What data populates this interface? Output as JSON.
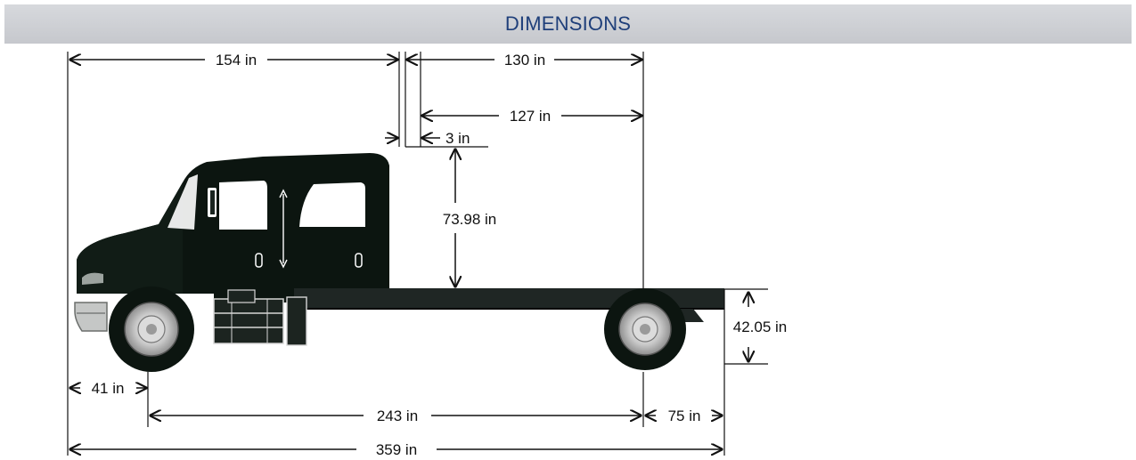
{
  "header": {
    "title": "DIMENSIONS"
  },
  "colors": {
    "header_bg": "#cfd1d6",
    "title": "#1f3f7a",
    "truck": "#0c1510",
    "chassis": "#1f2624"
  },
  "dimensions": {
    "cab_to_axle_front": "154 in",
    "top_overall": "130 in",
    "cab_to_axle": "127 in",
    "gap": "3 in",
    "cab_height": "73.98 in",
    "frame_height": "42.05 in",
    "front_overhang": "41 in",
    "wheelbase": "243 in",
    "rear_overhang": "75 in",
    "overall_length": "359 in"
  }
}
